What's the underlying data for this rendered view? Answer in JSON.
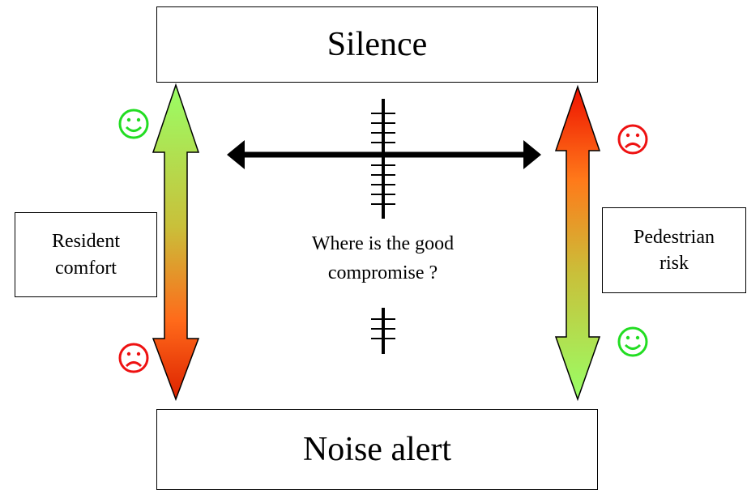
{
  "top_box": {
    "label": "Silence"
  },
  "bottom_box": {
    "label": "Noise alert"
  },
  "left_box": {
    "label": "Resident\ncomfort"
  },
  "right_box": {
    "label": "Pedestrian\nrisk"
  },
  "center": {
    "text": "Where is the good\ncompromise ?"
  },
  "icons": {
    "left_top": "smiley-happy-icon",
    "left_bottom": "smiley-sad-icon",
    "right_top": "smiley-sad-icon",
    "right_bottom": "smiley-happy-icon"
  },
  "colors": {
    "happy": "#22dd22",
    "sad": "#ee1111",
    "gradient_green": "#99ff66",
    "gradient_orange": "#ff6a00",
    "gradient_red": "#dd2200",
    "outline": "#000000"
  }
}
